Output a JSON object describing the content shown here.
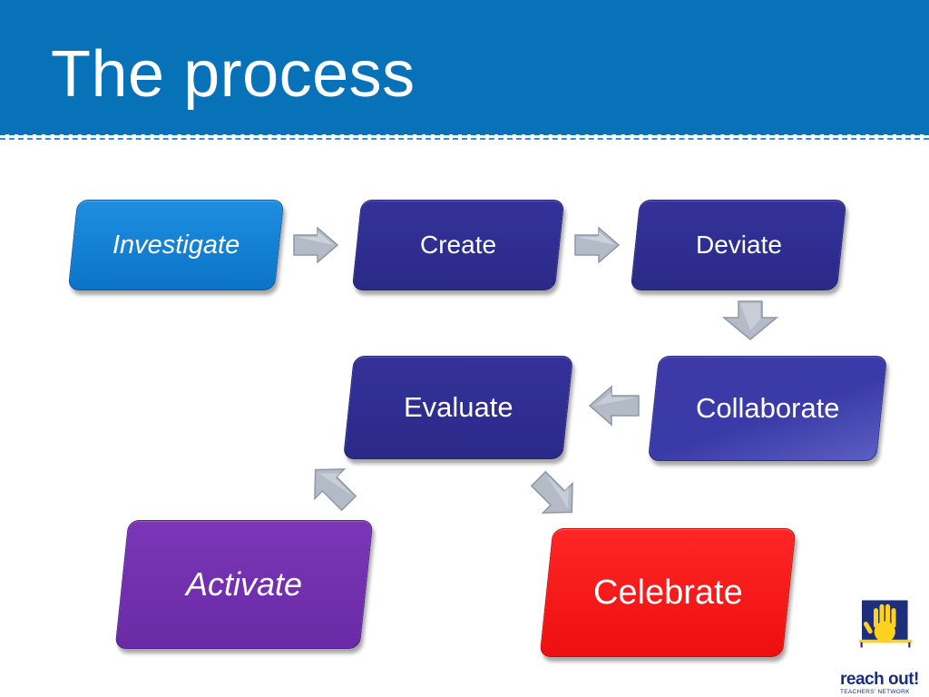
{
  "slide": {
    "title": "The process"
  },
  "steps": {
    "investigate": "Investigate",
    "create": "Create",
    "deviate": "Deviate",
    "collaborate": "Collaborate",
    "evaluate": "Evaluate",
    "activate": "Activate",
    "celebrate": "Celebrate"
  },
  "logo": {
    "name": "reach out!",
    "tagline": "TEACHERS' NETWORK"
  },
  "colors": {
    "header": "#0872b9",
    "investigate": "#0b74c8",
    "step_navy": "#2a2a88",
    "activate": "#6a2aa6",
    "celebrate": "#ee0f0f",
    "arrow": "#b4bcc8"
  },
  "icons": {
    "arrow": "gray-3d-arrow-icon",
    "logo": "raised-hand-logo-icon"
  }
}
